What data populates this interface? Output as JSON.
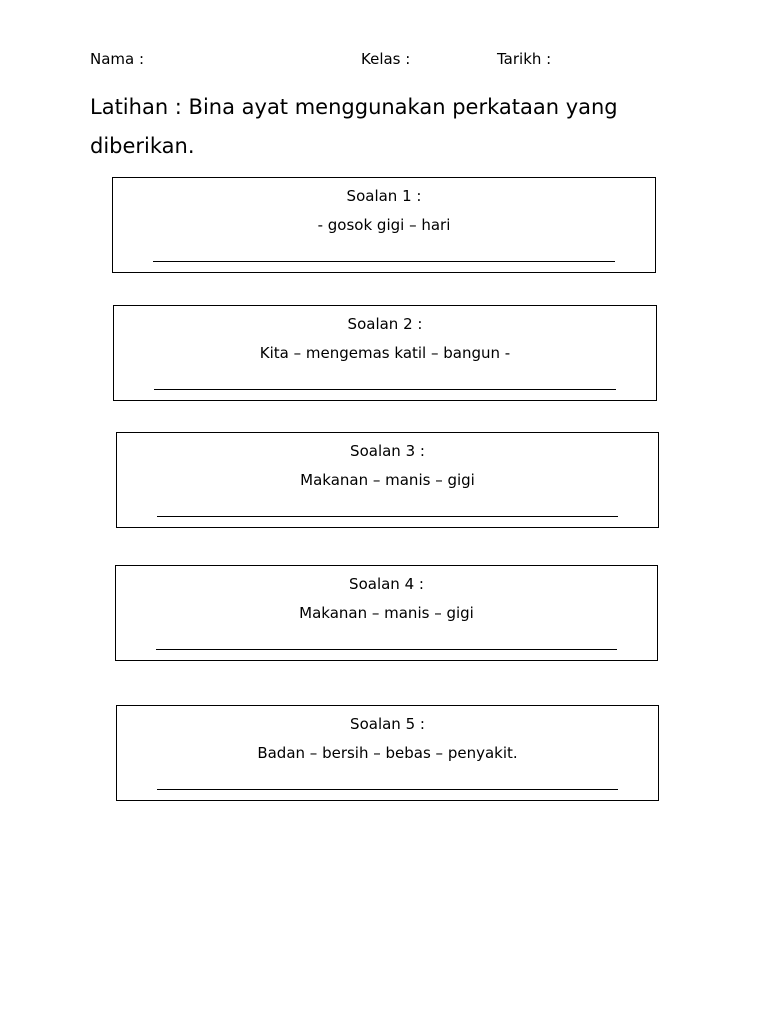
{
  "header": {
    "nama": "Nama :",
    "kelas": "Kelas :",
    "tarikh": "Tarikh :"
  },
  "title": "Latihan : Bina ayat menggunakan perkataan yang diberikan.",
  "questions": [
    {
      "label": "Soalan 1 :",
      "words": "- gosok gigi – hari"
    },
    {
      "label": "Soalan 2 :",
      "words": "Kita – mengemas katil – bangun -"
    },
    {
      "label": "Soalan 3 :",
      "words": "Makanan – manis – gigi"
    },
    {
      "label": "Soalan 4 :",
      "words": "Makanan – manis – gigi"
    },
    {
      "label": "Soalan 5 :",
      "words": "Badan – bersih – bebas – penyakit."
    }
  ]
}
